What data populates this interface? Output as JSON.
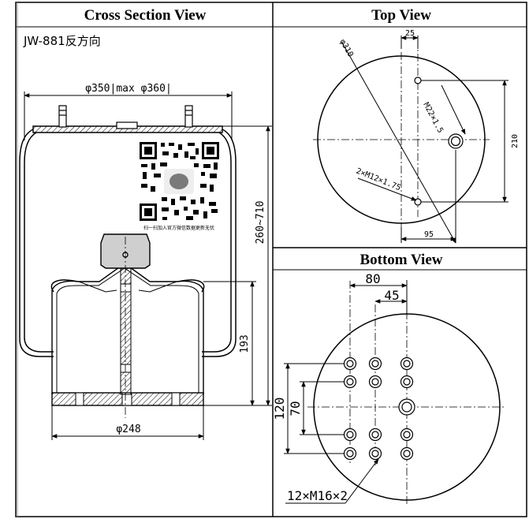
{
  "panels": {
    "cross_section_title": "Cross Section View",
    "top_view_title": "Top View",
    "bottom_view_title": "Bottom View"
  },
  "cross_section": {
    "model_label": "JW-881反方向",
    "dim_outer_diameter": "φ350|max φ360|",
    "dim_height": "260~710",
    "dim_piston_height": "193",
    "dim_base_diameter": "φ248",
    "qr_caption": "扫一扫加入官方微信数据更新无忧"
  },
  "top_view": {
    "dim_diameter": "φ310",
    "dim_offset_top": "25",
    "dim_air_port": "M22×1.5",
    "dim_bolts": "2×M12×1.75",
    "dim_vertical": "210",
    "dim_horizontal": "95"
  },
  "bottom_view": {
    "dim_outer_spacing": "80",
    "dim_inner_spacing": "45",
    "dim_vertical_outer": "120",
    "dim_vertical_inner": "70",
    "dim_bolts": "12×M16×2"
  }
}
